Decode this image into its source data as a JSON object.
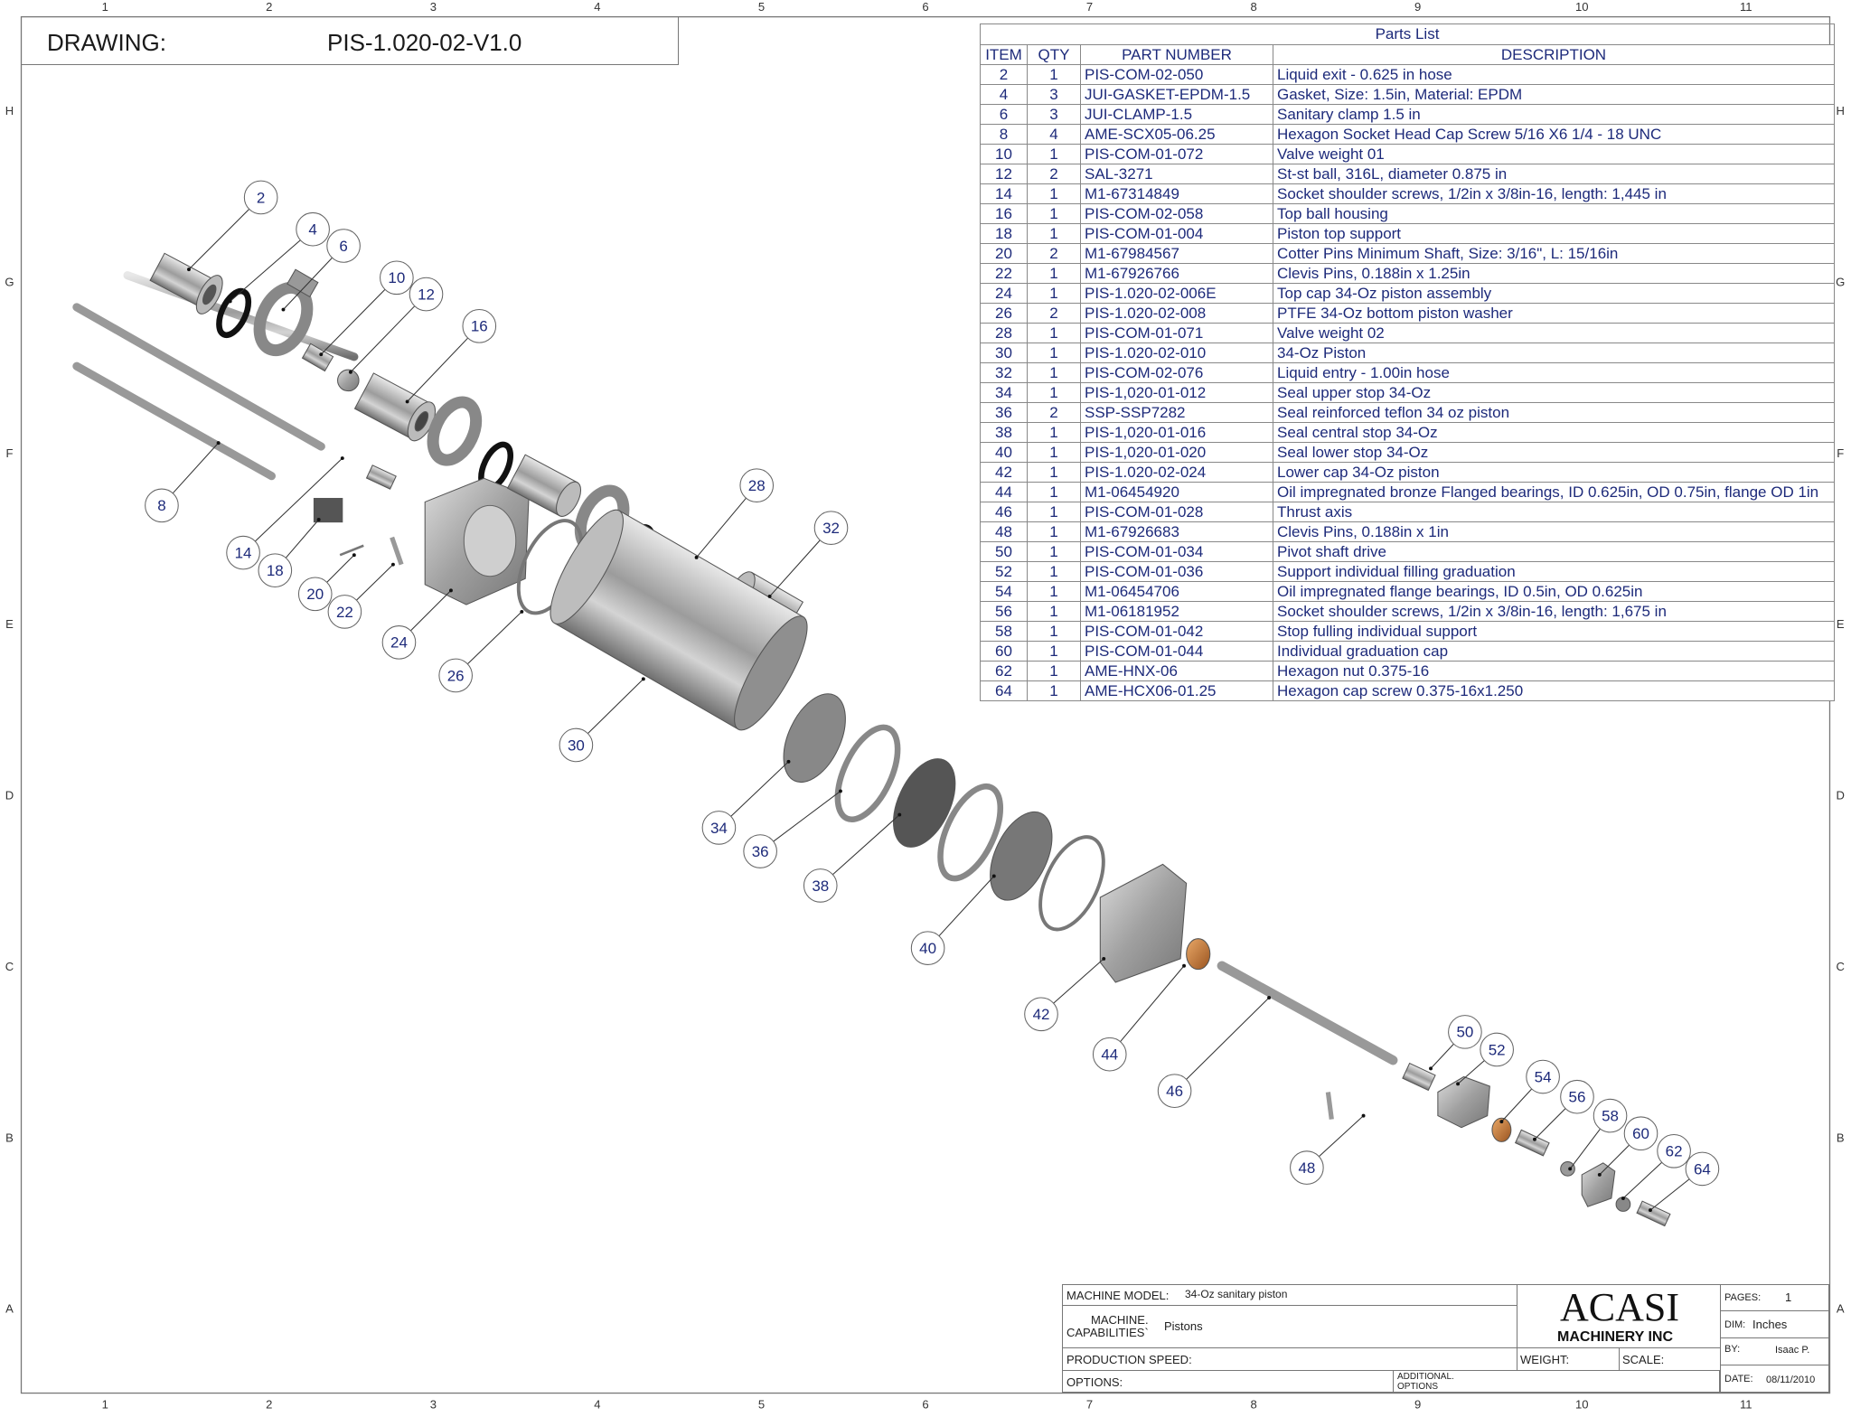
{
  "drawing": {
    "label": "DRAWING:",
    "number": "PIS-1.020-02-V1.0"
  },
  "grid": {
    "columns": [
      "1",
      "2",
      "3",
      "4",
      "5",
      "6",
      "7",
      "8",
      "9",
      "10",
      "11"
    ],
    "rows": [
      "H",
      "G",
      "F",
      "E",
      "D",
      "C",
      "B",
      "A"
    ]
  },
  "parts_list": {
    "title": "Parts List",
    "headers": [
      "ITEM",
      "QTY",
      "PART NUMBER",
      "DESCRIPTION"
    ],
    "rows": [
      [
        "2",
        "1",
        "PIS-COM-02-050",
        "Liquid exit - 0.625 in hose"
      ],
      [
        "4",
        "3",
        "JUI-GASKET-EPDM-1.5",
        "Gasket, Size: 1.5in, Material: EPDM"
      ],
      [
        "6",
        "3",
        "JUI-CLAMP-1.5",
        "Sanitary clamp 1.5 in"
      ],
      [
        "8",
        "4",
        "AME-SCX05-06.25",
        "Hexagon Socket Head Cap Screw 5/16 X6 1/4 - 18 UNC"
      ],
      [
        "10",
        "1",
        "PIS-COM-01-072",
        "Valve weight 01"
      ],
      [
        "12",
        "2",
        "SAL-3271",
        "St-st ball, 316L, diameter 0.875 in"
      ],
      [
        "14",
        "1",
        "M1-67314849",
        "Socket shoulder screws, 1/2in x 3/8in-16, length: 1,445 in"
      ],
      [
        "16",
        "1",
        "PIS-COM-02-058",
        "Top ball housing"
      ],
      [
        "18",
        "1",
        "PIS-COM-01-004",
        "Piston top support"
      ],
      [
        "20",
        "2",
        "M1-67984567",
        "Cotter Pins Minimum Shaft, Size: 3/16\", L: 15/16in"
      ],
      [
        "22",
        "1",
        "M1-67926766",
        "Clevis Pins, 0.188in x 1.25in"
      ],
      [
        "24",
        "1",
        "PIS-1.020-02-006E",
        "Top cap 34-Oz piston assembly"
      ],
      [
        "26",
        "2",
        "PIS-1.020-02-008",
        "PTFE 34-Oz bottom piston washer"
      ],
      [
        "28",
        "1",
        "PIS-COM-01-071",
        "Valve weight 02"
      ],
      [
        "30",
        "1",
        "PIS-1.020-02-010",
        "34-Oz Piston"
      ],
      [
        "32",
        "1",
        "PIS-COM-02-076",
        "Liquid entry - 1.00in hose"
      ],
      [
        "34",
        "1",
        "PIS-1,020-01-012",
        "Seal upper stop 34-Oz"
      ],
      [
        "36",
        "2",
        "SSP-SSP7282",
        "Seal reinforced teflon 34 oz piston"
      ],
      [
        "38",
        "1",
        "PIS-1,020-01-016",
        "Seal central stop 34-Oz"
      ],
      [
        "40",
        "1",
        "PIS-1,020-01-020",
        "Seal lower stop 34-Oz"
      ],
      [
        "42",
        "1",
        "PIS-1.020-02-024",
        "Lower cap 34-Oz piston"
      ],
      [
        "44",
        "1",
        "M1-06454920",
        "Oil impregnated bronze Flanged bearings, ID 0.625in, OD 0.75in, flange OD 1in"
      ],
      [
        "46",
        "1",
        "PIS-COM-01-028",
        "Thrust axis"
      ],
      [
        "48",
        "1",
        "M1-67926683",
        "Clevis Pins, 0.188in x 1in"
      ],
      [
        "50",
        "1",
        "PIS-COM-01-034",
        "Pivot shaft drive"
      ],
      [
        "52",
        "1",
        "PIS-COM-01-036",
        "Support individual filling graduation"
      ],
      [
        "54",
        "1",
        "M1-06454706",
        "Oil impregnated flange bearings, ID 0.5in, OD 0.625in"
      ],
      [
        "56",
        "1",
        "M1-06181952",
        "Socket shoulder screws, 1/2in x 3/8in-16, length: 1,675 in"
      ],
      [
        "58",
        "1",
        "PIS-COM-01-042",
        "Stop fulling individual support"
      ],
      [
        "60",
        "1",
        "PIS-COM-01-044",
        "Individual graduation cap"
      ],
      [
        "62",
        "1",
        "AME-HNX-06",
        "Hexagon nut 0.375-16"
      ],
      [
        "64",
        "1",
        "AME-HCX06-01.25",
        "Hexagon cap screw 0.375-16x1.250"
      ]
    ]
  },
  "balloons": [
    "2",
    "4",
    "6",
    "10",
    "12",
    "16",
    "8",
    "14",
    "18",
    "20",
    "22",
    "24",
    "26",
    "28",
    "32",
    "30",
    "34",
    "36",
    "38",
    "40",
    "42",
    "44",
    "46",
    "48",
    "50",
    "52",
    "54",
    "56",
    "58",
    "60",
    "62",
    "64"
  ],
  "title_block": {
    "machine_model_label": "MACHINE MODEL:",
    "machine_model": "34-Oz sanitary piston",
    "capabilities_label_1": "MACHINE.",
    "capabilities_label_2": "CAPABILITIES`",
    "capabilities": "Pistons",
    "production_speed_label": "PRODUCTION SPEED:",
    "options_label": "OPTIONS:",
    "additional_options_label_1": "ADDITIONAL.",
    "additional_options_label_2": "OPTIONS",
    "weight_label": "WEIGHT:",
    "scale_label": "SCALE:",
    "company_logo": "ACASI",
    "company_sub": "MACHINERY INC",
    "pages_label": "PAGES:",
    "pages": "1",
    "dim_label": "DIM:",
    "dim": "Inches",
    "by_label": "BY:",
    "by": "Isaac P.",
    "date_label": "DATE:",
    "date": "08/11/2010"
  },
  "colors": {
    "ink": "#1d2a7a",
    "steel": "#a9a9a9",
    "bronze": "#c87a3a",
    "gasket": "#111111"
  }
}
